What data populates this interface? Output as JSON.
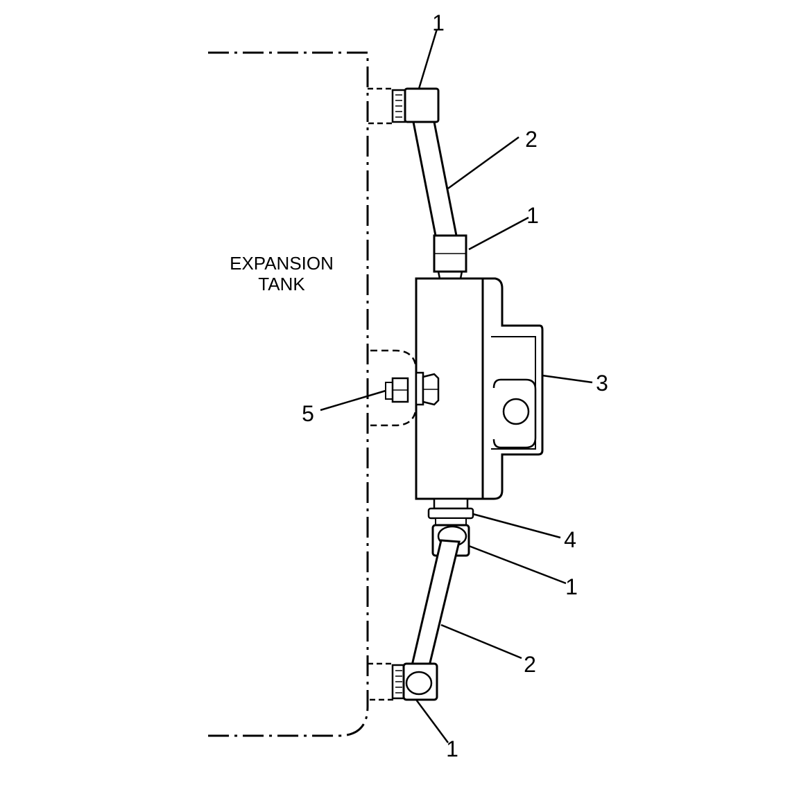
{
  "diagram": {
    "tank_label_line1": "EXPANSION",
    "tank_label_line2": "TANK",
    "callouts": {
      "c1_top": "1",
      "c2_top": "2",
      "c1_upper_mid": "1",
      "c3": "3",
      "c5": "5",
      "c4": "4",
      "c1_lower_mid": "1",
      "c2_bottom": "2",
      "c1_bottom": "1"
    },
    "colors": {
      "ink": "#000000",
      "paper": "#ffffff",
      "shade": "#f4f4f4"
    }
  }
}
